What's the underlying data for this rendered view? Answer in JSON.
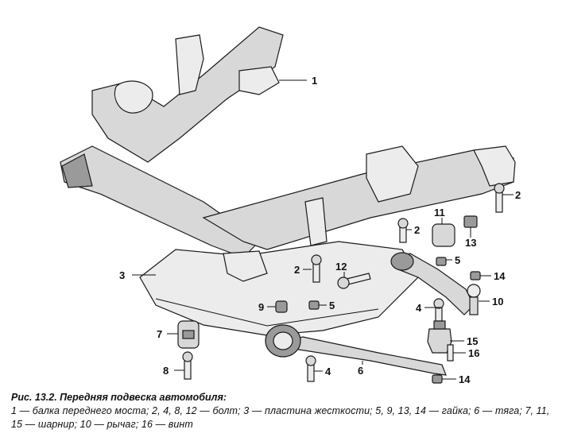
{
  "caption": {
    "title": "Рис. 13.2. Передняя подвеска автомобиля:",
    "legend": "1 — балка переднего моста; 2, 4, 8, 12 — болт; 3 — пластина жесткости; 5, 9, 13, 14 — гайка; 6 — тяга; 7, 11, 15 — шарнир; 10 — рычаг; 16 — винт"
  },
  "callouts": {
    "c1": "1",
    "c2a": "2",
    "c2b": "2",
    "c2c": "2",
    "c3": "3",
    "c4a": "4",
    "c4b": "4",
    "c5a": "5",
    "c5b": "5",
    "c6": "6",
    "c7": "7",
    "c8": "8",
    "c9": "9",
    "c10": "10",
    "c11": "11",
    "c12": "12",
    "c13": "13",
    "c14a": "14",
    "c14b": "14",
    "c15": "15",
    "c16": "16"
  }
}
